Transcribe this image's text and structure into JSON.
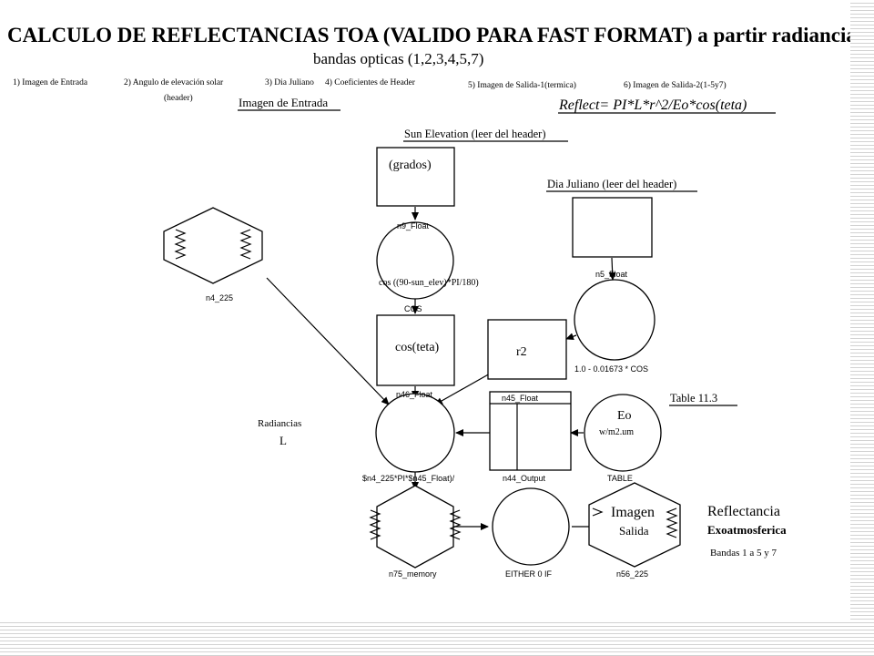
{
  "title": "CALCULO DE REFLECTANCIAS TOA (VALIDO PARA FAST FORMAT) a partir radiancias",
  "subtitle": "bandas opticas (1,2,3,4,5,7)",
  "steps": [
    "1) Imagen de Entrada",
    "2) Angulo de elevación solar",
    "(header)",
    "3) Dia Juliano",
    "4) Coeficientes de Header",
    "5) Imagen de Salida-1(termica)",
    "6) Imagen de Salida-2(1-5y7)"
  ],
  "headings": {
    "imagen_entrada": "Imagen de Entrada",
    "sun_elevation": "Sun Elevation (leer del header)",
    "dia_juliano": "Dia Juliano (leer del header)",
    "table": "Table 11.3"
  },
  "formula": "Reflect= PI*L*r^2/Eo*cos(teta)",
  "nodes": {
    "grados": "(grados)",
    "n9": "n9_Float",
    "cos_expr": "cos ((90-sun_elev)*PI/180)",
    "cos_op": "COS",
    "costeta": "cos(teta)",
    "n5": "n5_Float",
    "julian_expr": "1.0 - 0.01673 * COS",
    "r2": "r2",
    "n4": "n4_225",
    "n46": "n46_Float",
    "n45": "n45_Float",
    "n44": "n44_Output",
    "eo": "Eo",
    "eo_unit": "w/m2.um",
    "table_op": "TABLE",
    "n46_expr": "$n4_225*PI*$n45_Float)/",
    "n75": "n75_memory",
    "either": "EITHER 0 IF",
    "imagen": "Imagen",
    "salida": "Salida",
    "n56": "n56_225"
  },
  "notes": {
    "radiancias": "Radiancias",
    "L": "L",
    "reflectancia": "Reflectancia",
    "exoatmosferica": "Exoatmosferica",
    "bandas": "Bandas 1 a 5 y 7"
  }
}
